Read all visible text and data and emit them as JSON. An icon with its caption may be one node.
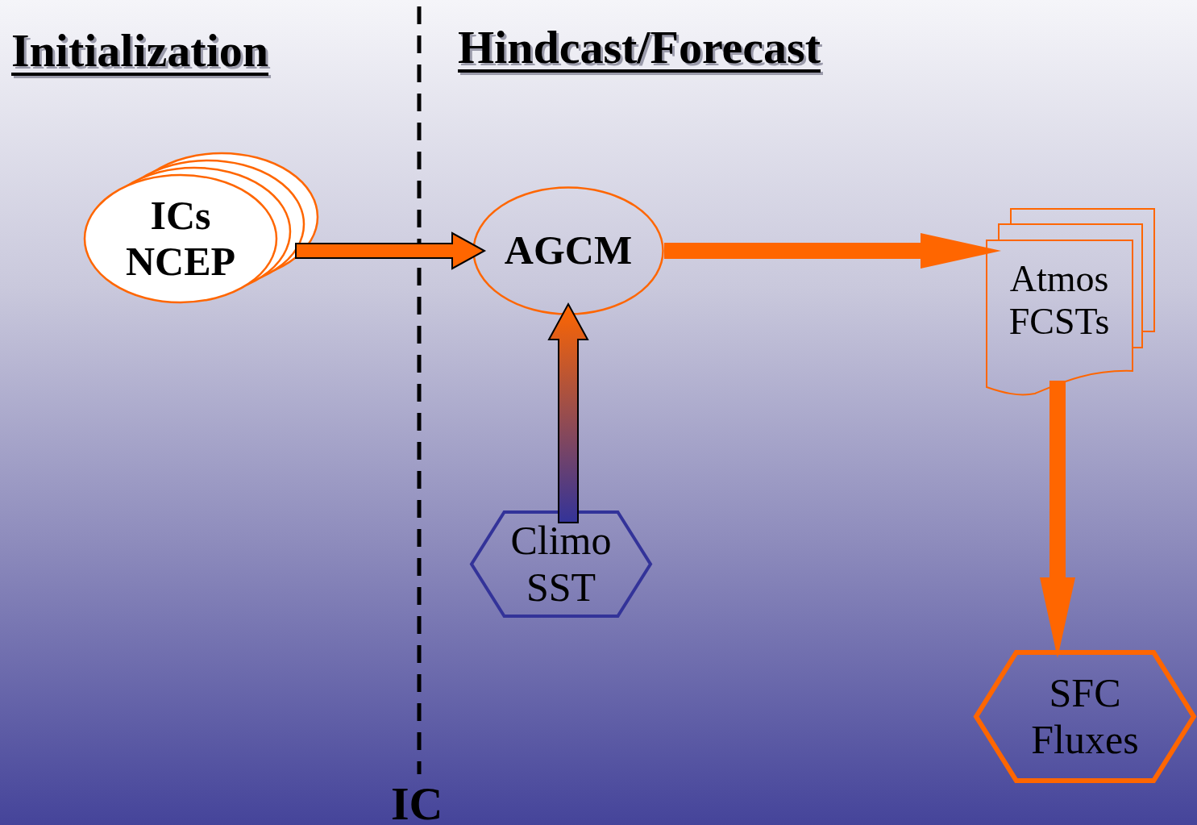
{
  "diagram": {
    "nodes": [
      {
        "text": [
          "ICs NCEP"
        ]
      },
      {
        "text": [
          "AGCM"
        ]
      },
      {
        "text": [
          "Atmos FCSTs"
        ]
      },
      {
        "text": [
          "Climo SST"
        ]
      },
      {
        "text": [
          "SFC Fluxes"
        ]
      }
    ],
    "edges": [
      {
        "from": 0,
        "to": 1,
        "arrow": "to"
      },
      {
        "from": 1,
        "to": 2,
        "arrow": "to",
        "style": "thick"
      },
      {
        "from": 3,
        "to": 1,
        "arrow": "to",
        "color": "#333399"
      },
      {
        "from": 2,
        "to": 4,
        "arrow": "to",
        "style": "thick"
      }
    ],
    "labels": [
      "Initialization",
      "Hindcast/Forecast",
      "IC"
    ]
  }
}
